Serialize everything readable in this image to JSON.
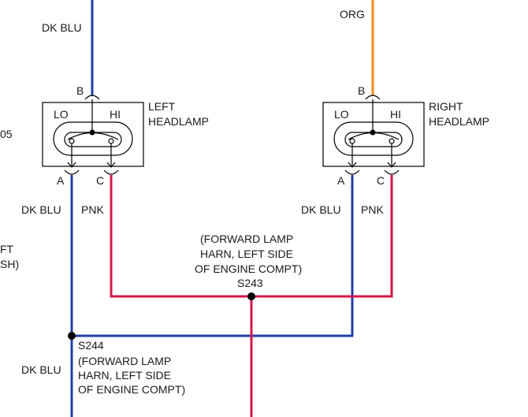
{
  "colors": {
    "dk_blu": "#1f3fa8",
    "pnk": "#d6164a",
    "org": "#f08a1c"
  },
  "wires": {
    "dk_blu_top": "DK BLU",
    "org_top": "ORG",
    "left_a": "DK BLU",
    "left_c": "PNK",
    "right_a": "DK BLU",
    "right_c": "PNK",
    "bottom": "DK BLU"
  },
  "left_headlamp": {
    "line1": "LEFT",
    "line2": "HEADLAMP",
    "lo": "LO",
    "hi": "HI",
    "pin_b": "B",
    "pin_a": "A",
    "pin_c": "C"
  },
  "right_headlamp": {
    "line1": "RIGHT",
    "line2": "HEADLAMP",
    "lo": "LO",
    "hi": "HI",
    "pin_b": "B",
    "pin_a": "A",
    "pin_c": "C"
  },
  "splice_s243": {
    "id": "S243",
    "line1": "(FORWARD LAMP",
    "line2": "HARN, LEFT SIDE",
    "line3": "OF ENGINE COMPT)"
  },
  "splice_s244": {
    "id": "S244",
    "line1": "(FORWARD LAMP",
    "line2": "HARN, LEFT SIDE",
    "line3": "OF ENGINE COMPT)"
  },
  "edge_fragments": {
    "f1": "05",
    "f2": "FT",
    "f3": "SH)"
  }
}
